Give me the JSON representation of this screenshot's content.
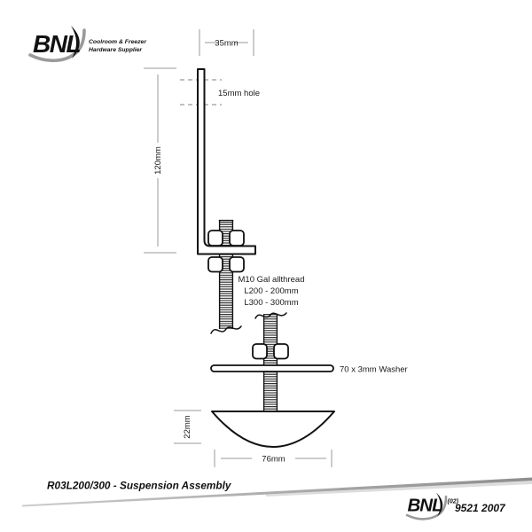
{
  "brand_top": {
    "name": "BNL",
    "tagline_line1": "Coolroom & Freezer",
    "tagline_line2": "Hardware Supplier"
  },
  "diagram": {
    "labels": {
      "top_width": "35mm",
      "hole": "15mm hole",
      "height": "120mm",
      "thread_note": [
        "M10 Gal allthread",
        "L200 - 200mm",
        "L300 - 300mm"
      ],
      "washer": "70 x 3mm Washer",
      "depth": "22mm",
      "bottom_width": "76mm"
    }
  },
  "footer": {
    "product_title": "R03L200/300 - Suspension Assembly",
    "brand": "BNL",
    "phone_prefix": "(02)",
    "phone_number": "9521 2007"
  },
  "colors": {
    "outline": "#111111",
    "dimension_line": "#9a9a9a",
    "thread_hatch": "#2b2b2b",
    "swoosh_gray": "#9a9a9a",
    "background": "#ffffff"
  }
}
